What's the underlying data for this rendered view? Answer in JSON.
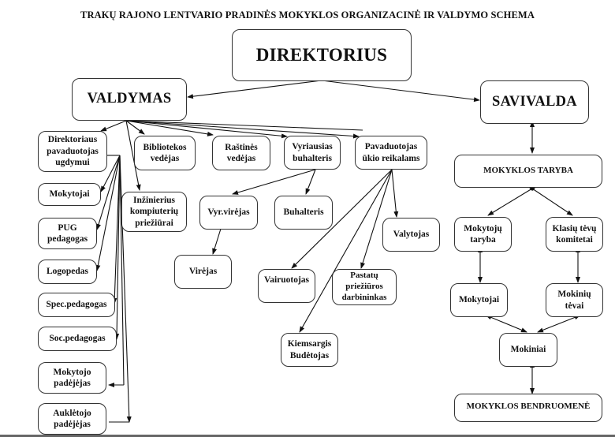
{
  "title": "TRAKŲ RAJONO LENTVARIO PRADINĖS MOKYKLOS ORGANIZACINĖ IR VALDYMO SCHEMA",
  "nodes": {
    "direktorius": "DIREKTORIUS",
    "valdymas": "VALDYMAS",
    "savivalda": "SAVIVALDA",
    "dir_pavaduotojas": "Direktoriaus\npavaduotojas\nugdymui",
    "bibliotekos": "Bibliotekos\nvedėjas",
    "rastines": "Raštinės\nvedėjas",
    "vyr_buhalteris": "Vyriausias\nbuhalteris",
    "pav_ukio": "Pavaduotojas\nūkio reikalams",
    "mokytojai_left": "Mokytojai",
    "pug": "PUG\npedagogas",
    "logopedas": "Logopedas",
    "spec_pedagogas": "Spec.pedagogas",
    "soc_pedagogas": "Soc.pedagogas",
    "mokytojo_padejejas": "Mokytojo\npadėjėjas",
    "aukletojo_padejejas": "Auklėtojo\npadėjėjas",
    "inzinierius": "Inžinierius\nkompiuterių\npriežiūrai",
    "vyr_virejas": "Vyr.virėjas",
    "virejas": "Virėjas",
    "buhalteris": "Buhalteris",
    "valytojas": "Valytojas",
    "vairuotojas": "Vairuotojas",
    "pastatu": "Pastatų\npriežiūros\ndarbininkas",
    "kiemsargis": "Kiemsargis\nBudėtojas",
    "mokyklos_taryba": "MOKYKLOS TARYBA",
    "mokytoju_taryba": "Mokytojų\ntaryba",
    "klasiu_komitetai": "Klasių tėvų\nkomitetai",
    "mokytojai_right": "Mokytojai",
    "mokiniu_tevai": "Mokinių\ntėvai",
    "mokiniai": "Mokiniai",
    "bendruomene": "MOKYKLOS BENDRUOMENĖ"
  }
}
